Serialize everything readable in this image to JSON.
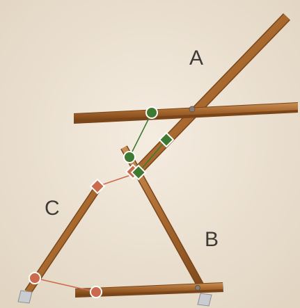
{
  "labels": {
    "a": "A",
    "b": "B",
    "c": "C"
  },
  "colors": {
    "background": "#ece2d3",
    "wood": "#a8692f",
    "wood_dark": "#7a4518",
    "wood_light": "#c98f55",
    "green_marker": "#3f7a33",
    "red_marker": "#cc6a4e",
    "marker_outline": "#ffffff",
    "pivot": "#8c7f72",
    "clamp_metal": "#c9ccd0"
  },
  "diagram": {
    "description_parts": [
      "A",
      "B",
      "C"
    ],
    "green_markers": [
      "circle",
      "circle",
      "diamond",
      "diamond"
    ],
    "red_markers": [
      "circle",
      "circle",
      "diamond",
      "diamond"
    ]
  }
}
